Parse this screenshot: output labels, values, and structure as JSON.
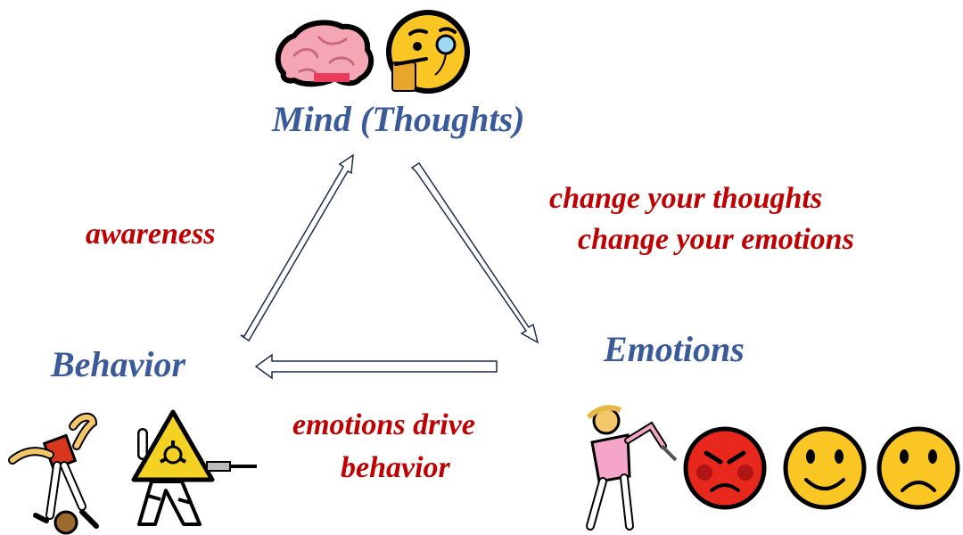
{
  "nodes": {
    "mind": "Mind (Thoughts)",
    "behavior": "Behavior",
    "emotions": "Emotions"
  },
  "edges": {
    "awareness": "awareness",
    "thoughts_to_emotions_line1": "change your thoughts",
    "thoughts_to_emotions_line2": "change your emotions",
    "emotions_to_behavior_line1": "emotions drive",
    "emotions_to_behavior_line2": "behavior"
  },
  "icons": {
    "mind": [
      "brain-icon",
      "thinking-face-with-monocle-icon"
    ],
    "behavior": [
      "cartwheel-person-icon",
      "biohazard-fencer-icon"
    ],
    "emotions": [
      "golfer-icon",
      "angry-face-icon",
      "smiling-face-icon",
      "frowning-face-icon"
    ]
  },
  "colors": {
    "node_label": "#3a5a9a",
    "edge_label": "#c00000",
    "arrow_outline": "#1f2d4d"
  }
}
